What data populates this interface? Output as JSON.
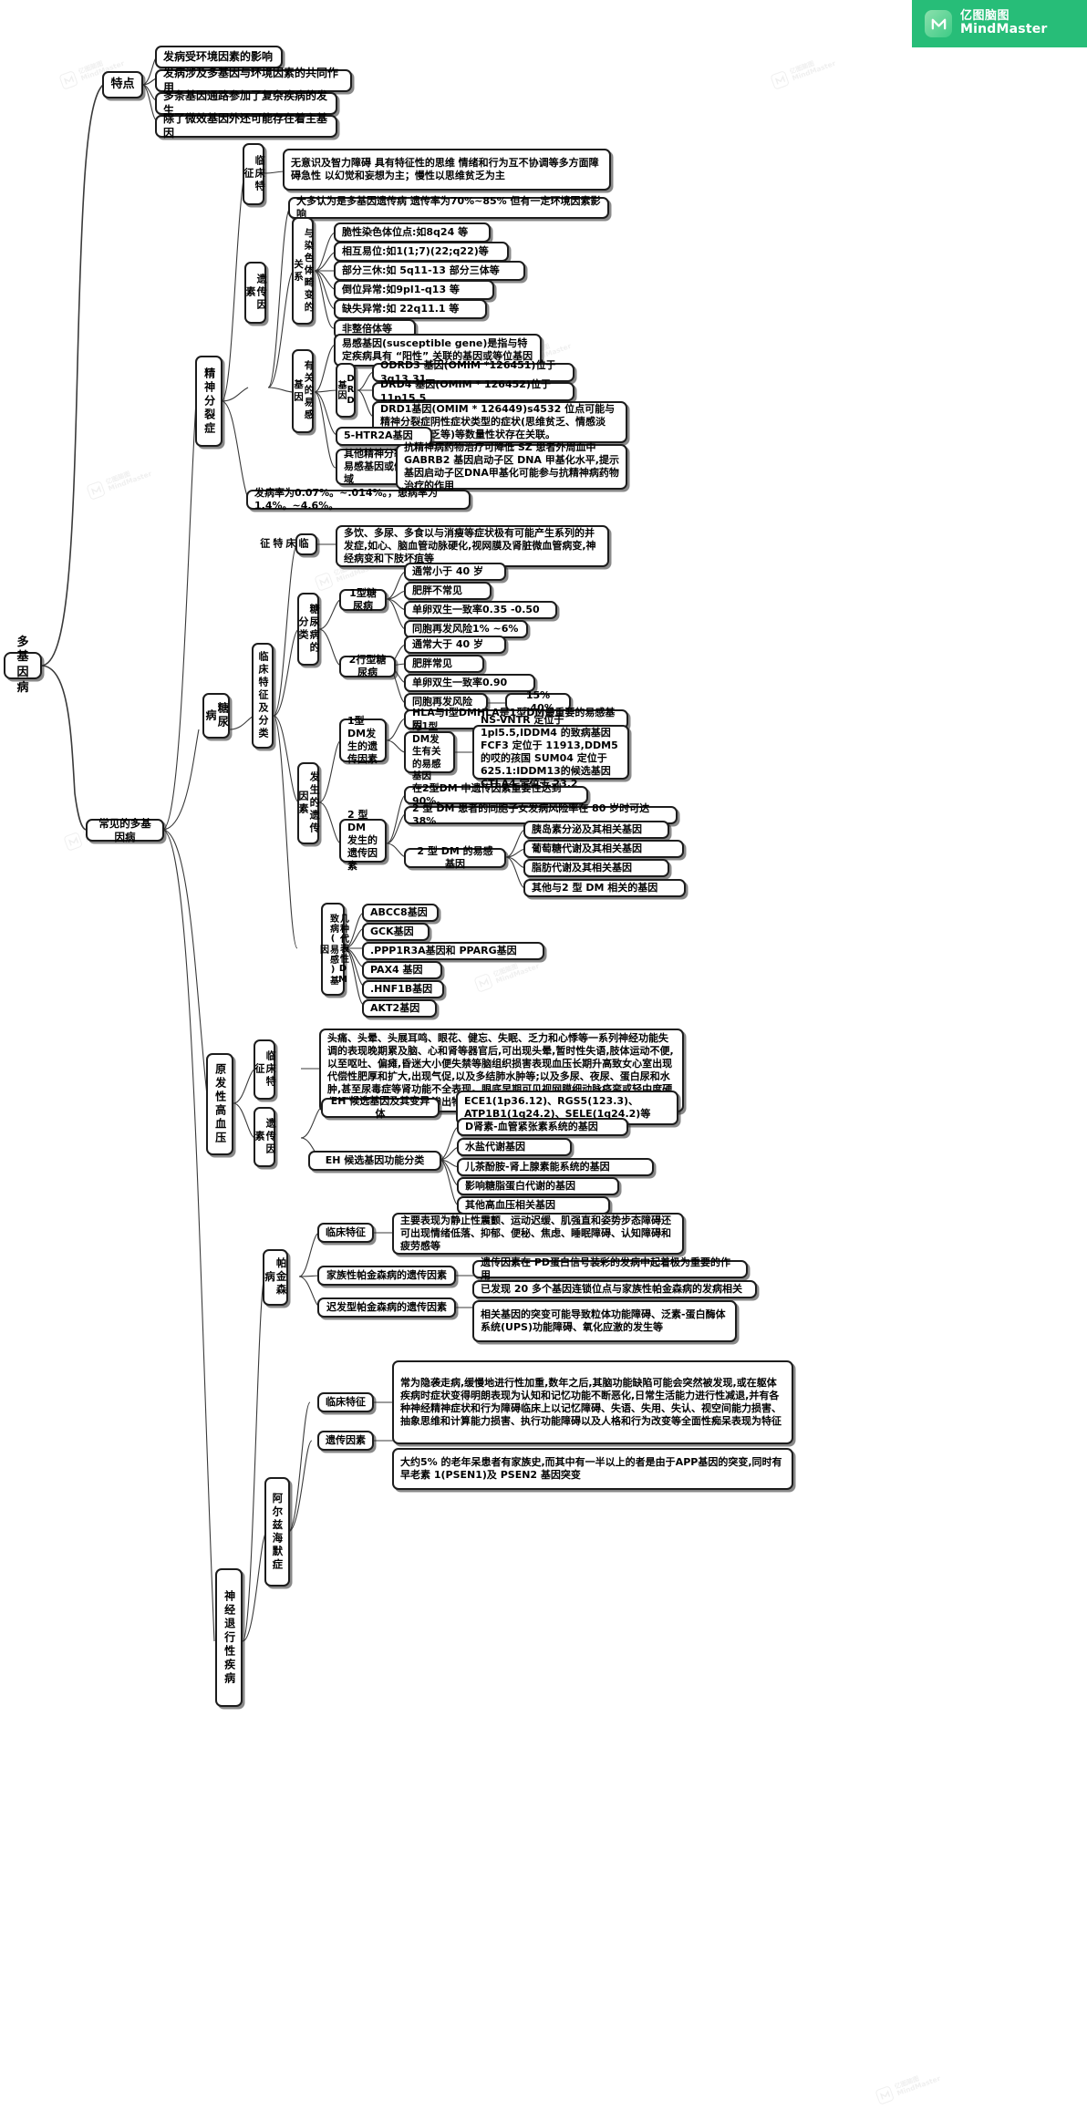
{
  "logo": {
    "icon": "mindmaster-logo-icon",
    "cn": "亿图脑图",
    "en": "MindMaster"
  },
  "watermark": {
    "cn": "亿图脑图",
    "en": "MindMaster"
  },
  "root": {
    "label": "多基因病"
  },
  "branches": {
    "tedian": {
      "label": "特点"
    },
    "changjian": {
      "label": "常见的多基因病"
    }
  },
  "tedian_items": [
    "发病受环境因素的影响",
    "发病涉及多基因与环境因素的共同作用",
    "多条基因通路参加了复杂疾病的发生",
    "除了微效基因外还可能存在着主基因"
  ],
  "schizophrenia": {
    "label": "精神分裂症",
    "clinical_label": "临床特征",
    "clinical_text": "无意识及智力障碍 具有特征性的思维 情绪和行为互不协调等多方面障碍急性 以幻觉和妄想为主；慢性以思维贫乏为主",
    "genetic_label": "遗传因素",
    "genetic_summary": "大多认为是多基因遗传病 遗传率为70%~85% 但有一定环境因素影响",
    "chrom_label": "与染色体畸变的关系",
    "chrom_items": [
      "脆性染色体位点:如8q24 等",
      "相互易位:如1(1;7)(22;q22)等",
      "部分三休:如 5q11-13 部分三体等",
      "倒位异常:如9pl1-q13 等",
      "缺失异常:如 22q11.1 等",
      "非整倍体等"
    ],
    "susc_label": "有关的易感基因",
    "susc_def": "易感基因(susceptible gene)是指与特定疾病具有 “阳性” 关联的基因或等位基因",
    "drd_label": "DRD基因",
    "drd_items": [
      "ODRD3 基因(OMIM *126451)位于 3q13.31",
      "DRD4 基因(OMIM * 126452)位于 11p15.5",
      "DRD1基因(OMIM * 126449)s4532 位点可能与精神分裂症阴性症状类型的症状(思维贫乏、情感淡漠、意志缺乏等)等数量性状存在关联。"
    ],
    "htr_label": "5-HTR2A基因",
    "other_label": "其他精神分裂症的易感基因或候选区域",
    "other_text": "抗精神病药物治疗可降低 SZ 患者外周血中 GABRB2 基因启动子区 DNA 甲基化水平,提示基因启动子区DNA甲基化可能参与抗精神病药物治疗的作用",
    "incidence": "发病率为0.07%。~.014%。，患病率为1.4%。~4.6%。"
  },
  "diabetes": {
    "label": "糖尿病",
    "class_label": "临床特征及分类",
    "clinical_label": "临床特征",
    "clinical_text": "多饮、多尿、多食以与消瘦等症状极有可能产生系列的并发症,如心、脑血管动脉硬化,视网膜及肾脏微血管病变,神经病变和下肢坏疽等",
    "type_group_label": "糖尿病的分类",
    "type1_label": "1型糖尿病",
    "type1_items": [
      "通常小于 40 岁",
      "肥胖不常见",
      "单卵双生一致率0.35 -0.50",
      "同胞再发风险1% ~6%"
    ],
    "type2_label": "2行型糖尿病",
    "type2_items": [
      "通常大于 40 岁",
      "肥胖常见",
      "单卵双生一致率0.90",
      "同胞再发风险"
    ],
    "type2_extra": "15% ~40%",
    "genetic_group_label": "发生的遗传因素",
    "t1_gen_label": "1型DM发生的遗传因素",
    "t1_gen_text": "HLA与I型DMHLA是1型DM最重要的易感基因",
    "t1_susc_label": "与1型DM发生有关的易感基因",
    "t1_susc_text": "NS-VNTR 定位于1pl5.5,IDDM4 的致病基因 FCF3 定位于 11913,DDM5 的哎的孩国 SUM04 定位于 625.1:IDDM13的候选基因 CTLA4 定位于 23.2",
    "t2_gen_label": "2 型 DM 发生的遗传因素",
    "t2_gen_items": [
      "在2型DM 中遗传因素重要性达到 90%。",
      "2 型 DM 患者的同胞子女发病风险率在 80 岁时可达38%"
    ],
    "t2_susc_label": "2 型 DM 的易感基因",
    "t2_susc_items": [
      "胰岛素分泌及其相关基因",
      "葡萄糖代谢及其相关基因",
      "脂肪代谢及其相关基因",
      "其他与2 型 DM 相关的基因"
    ],
    "rep_label": "几种代表性DM致病(易感)基因",
    "rep_items": [
      "ABCC8基因",
      "GCK基因",
      ".PPP1R3A基因和 PPARG基因",
      "PAX4 基因",
      ".HNF1B基因",
      "AKT2基因"
    ]
  },
  "hypertension": {
    "label": "原发性高血压",
    "clinical_label": "临床特征",
    "clinical_text": "头痛、头晕、头展耳鸣、眼花、健忘、失眠、乏力和心悸等一系列神经功能失调的表现晚期累及脑、心和肾等器官后,可出现头晕,暂时性失语,肢体运动不便,以至呕吐、偏瘫,昏迷大小便失禁等脑组织损害表现血压长期升高致女心室出现代偿性肥厚和扩大,出现气促,以及多结肺水肿等;以及多尿、夜尿、蛋白尿和水肿,甚至尿毒症等肾功能不全表现。眼底早期可见视网膜细动脉痉挛或轻中度硬化,到晚期可见有出血及渗出物和视神经乳头水肿",
    "genetic_label": "遗传因素",
    "eh_candidate_label": "EH 候选基因及其变异体",
    "eh_candidate_text": "ECE1(1p36.12)、RGS5(123.3)、ATP1B1(1q24.2)、SELE(1q24.2)等",
    "eh_func_label": "EH 候选基因功能分类",
    "eh_func_items": [
      "D肾素-血管紧张素系统的基因",
      "水盐代谢基因",
      "儿茶酚胺-肾上腺素能系统的基因",
      "影响糖脂蛋白代谢的基因",
      "其他高血压相关基因"
    ]
  },
  "neuro": {
    "label": "神经退行性疾病",
    "parkinson": {
      "label": "帕金森病",
      "clinical_label": "临床特征",
      "clinical_text": "主要表现为静止性震颤、运动迟缓、肌强直和姿势步态障碍还可出现情绪低落、抑郁、便秘、焦虑、睡眠障碍、认知障碍和疲劳感等",
      "familial_label": "家族性帕金森病的遗传因素",
      "familial_items": [
        "遗传因素在 PD蛋白信号装彩的发病中起着极为重要的作用",
        "已发现 20 多个基因连锁位点与家族性帕金森病的发病相关"
      ],
      "late_label": "迟发型帕金森病的遗传因素",
      "late_text": "相关基因的突变可能导致粒体功能障碍、泛素-蛋白酶体系统(UPS)功能障碍、氧化应激的发生等"
    },
    "alzheimer": {
      "label": "阿尔兹海默症",
      "clinical_label": "临床特征",
      "clinical_text": "常为隐袭走病,缓慢地进行性加重,数年之后,其脑功能缺陷可能会突然被发现,或在躯体疾病时症状变得明朗表现为认知和记忆功能不断恶化,日常生活能力进行性减退,并有各种神经精神症状和行为障碍临床上以记忆障碍、失语、失用、失认、视空间能力损害、抽象思维和计算能力损害、执行功能障碍以及人格和行为改变等全面性痴呆表现为特征",
      "genetic_label": "遗传因素",
      "genetic_text": "大约5% 的老年呆患者有家族史,而其中有一半以上的者是由于APP基因的突变,同时有早老素 1(PSEN1)及 PSEN2 基因突变"
    }
  }
}
